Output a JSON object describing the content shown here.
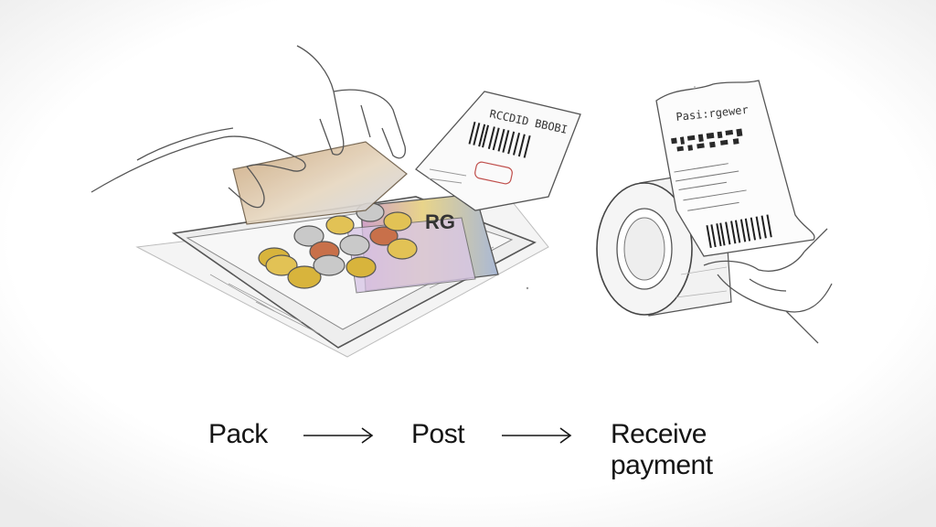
{
  "steps": [
    {
      "label": "Pack"
    },
    {
      "label": "Post"
    },
    {
      "label": "Receive payment"
    }
  ],
  "illustration": {
    "left_receipt_text": "RCCDID BBOBI",
    "right_receipt_text": "Pasi:rgewer",
    "coin_colors": [
      "#d8b43c",
      "#c9c9c9",
      "#c8704a",
      "#e2c255"
    ],
    "banknote_text": "RG"
  },
  "colors": {
    "ink": "#151515",
    "sketch": "#555555",
    "paper": "#ffffff"
  }
}
